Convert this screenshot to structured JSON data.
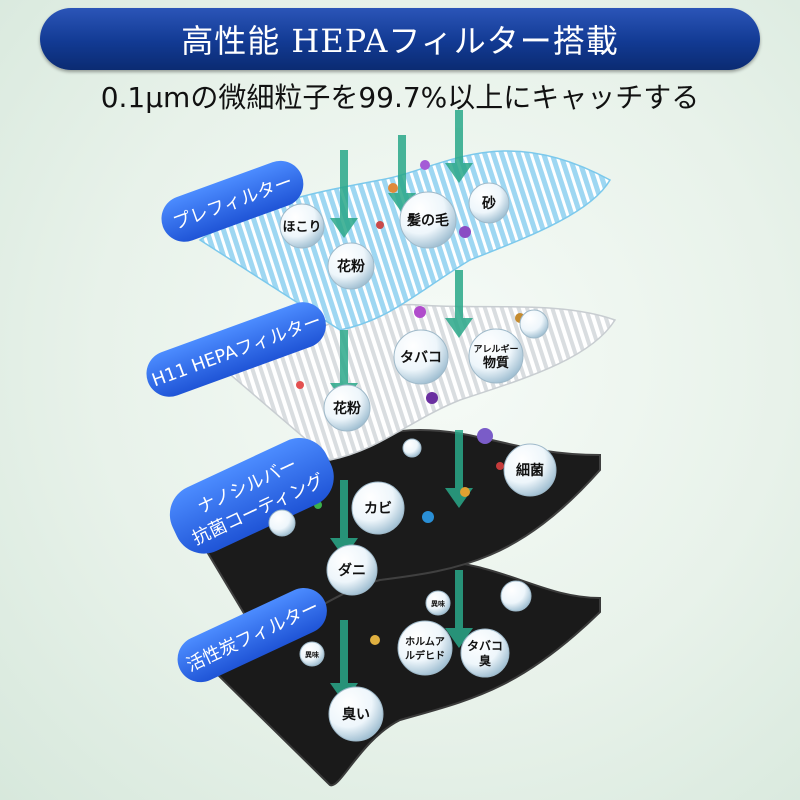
{
  "header": {
    "title": "高性能 HEPAフィルター搭載",
    "subtitle": "0.1μmの微細粒子を99.7%以上にキャッチする"
  },
  "layers": [
    {
      "label": "プレフィルター"
    },
    {
      "label": "H11 HEPAフィルター"
    },
    {
      "label_line1": "ナノシルバー",
      "label_line2": "抗菌コーティング"
    },
    {
      "label": "活性炭フィルター"
    }
  ],
  "particles": {
    "dust": "ほこり",
    "hair": "髪の毛",
    "sand": "砂",
    "pollen_1": "花粉",
    "tobacco_1": "タバコ",
    "allergen_line1": "アレルギー",
    "allergen_line2": "物質",
    "pollen_2": "花粉",
    "bacteria": "細菌",
    "mold": "カビ",
    "mite": "ダニ",
    "odor_small_1": "異味",
    "odor_small_2": "異味",
    "formaldehyde_line1": "ホルムア",
    "formaldehyde_line2": "ルデヒド",
    "tobacco_smell_line1": "タバコ",
    "tobacco_smell_line2": "臭",
    "odor": "臭い"
  },
  "colors": {
    "banner": "#123a93",
    "label_bubble": "#2f6ff0",
    "arrow": "#2aa889",
    "prefilter": "#7cc9ec",
    "carbon": "#1b1b1b"
  }
}
